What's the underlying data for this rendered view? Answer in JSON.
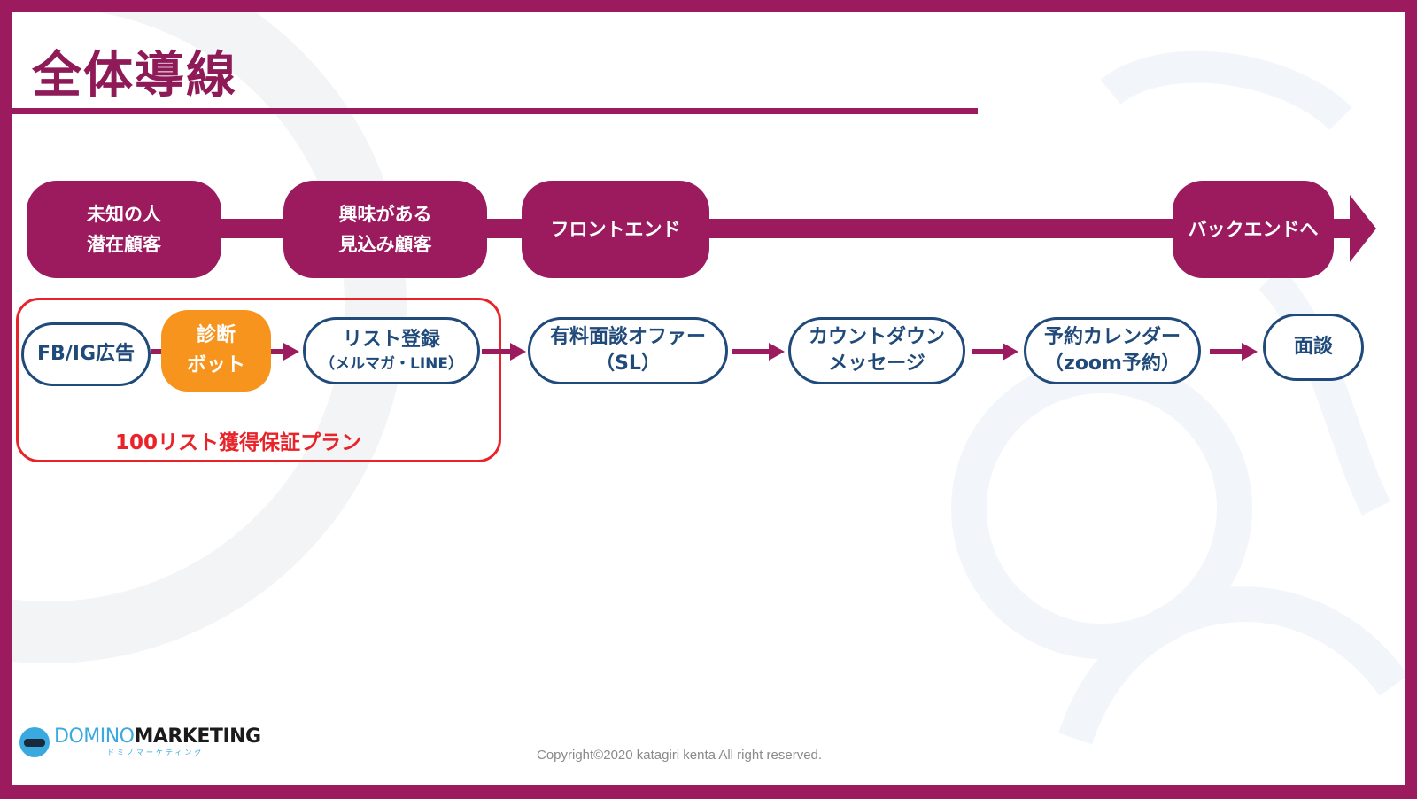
{
  "title": "全体導線",
  "stages": [
    {
      "lines": [
        "未知の人",
        "潜在顧客"
      ]
    },
    {
      "lines": [
        "興味がある",
        "見込み顧客"
      ]
    },
    {
      "lines": [
        "フロントエンド"
      ]
    },
    {
      "lines": [
        "バックエンドへ"
      ]
    }
  ],
  "flow": [
    {
      "main": "FB/IG広告"
    },
    {
      "main": "診断",
      "main2": "ボット"
    },
    {
      "main": "リスト登録",
      "sub": "（メルマガ・LINE）"
    },
    {
      "main": "有料面談オファー",
      "sub": "（SL）"
    },
    {
      "main": "カウントダウン",
      "sub": "メッセージ"
    },
    {
      "main": "予約カレンダー",
      "sub": "（zoom予約）"
    },
    {
      "main": "面談"
    }
  ],
  "plan_label": "100リスト獲得保証プラン",
  "logo": {
    "word_light": "DOMINO",
    "word_dark": "MARKETING",
    "kana": "ドミノマーケティング"
  },
  "copyright": "Copyright©2020 katagiri kenta All right reserved.",
  "colors": {
    "brand": "#9b1b5e",
    "node_border": "#1f4a7a",
    "bot": "#f7941e",
    "plan": "#e8232a"
  }
}
